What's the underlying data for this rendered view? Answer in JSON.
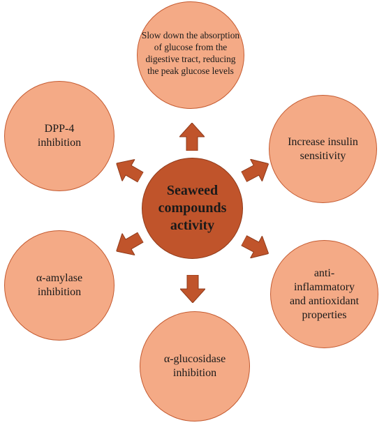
{
  "diagram": {
    "center_label": "Seaweed compounds activity",
    "nodes": {
      "top": "Slow down the absorption of glucose from the digestive tract, reducing the peak glucose levels",
      "right_top": "Increase insulin sensitivity",
      "right_bottom": "anti-inflammatory and antioxidant properties",
      "bottom": "α-glucosidase inhibition",
      "left_bottom": "α-amylase inhibition",
      "left_top": "DPP-4 inhibition"
    },
    "colors": {
      "outer_fill": "#f4aa86",
      "outer_border": "#c45a30",
      "center_fill": "#c0542b",
      "arrow_fill": "#c0542b"
    }
  }
}
